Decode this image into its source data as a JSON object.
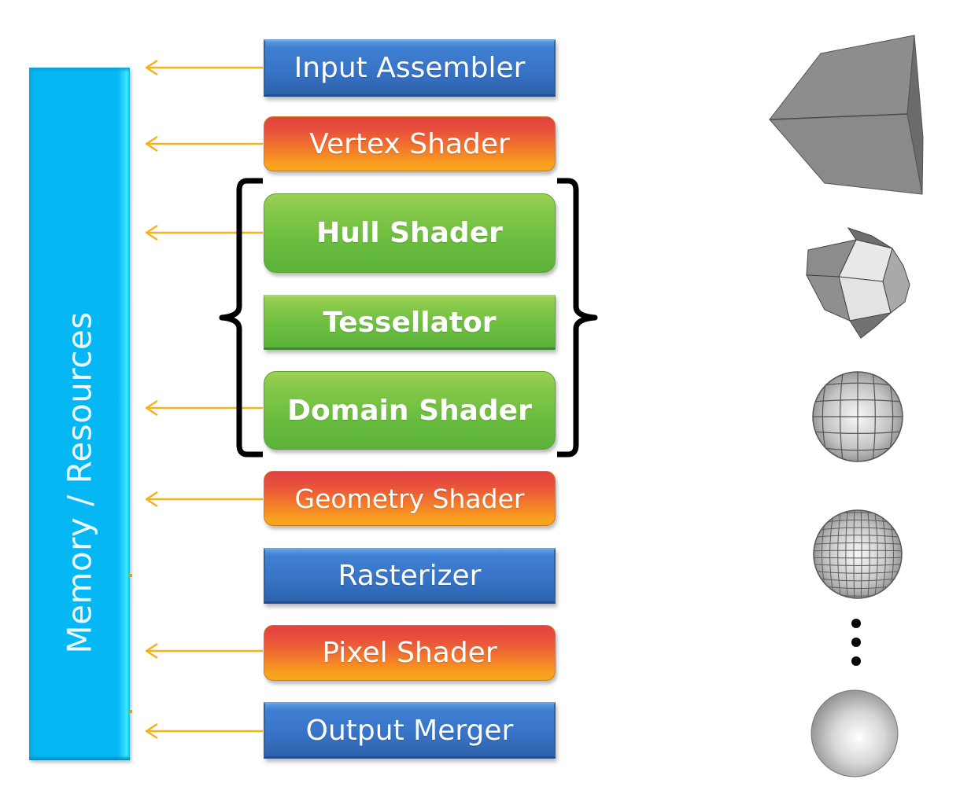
{
  "title": "Direct3D 11 Graphics Pipeline",
  "memory": {
    "label": "Memory / Resources",
    "color": "#05B8F4"
  },
  "stages": [
    {
      "id": "input-assembler",
      "label": "Input Assembler",
      "kind": "fixed-function",
      "color": "#3874C7",
      "reads_memory": true
    },
    {
      "id": "vertex-shader",
      "label": "Vertex Shader",
      "kind": "programmable",
      "color": "#F37A2B",
      "reads_memory": true
    },
    {
      "id": "hull-shader",
      "label": "Hull Shader",
      "kind": "tessellation",
      "color": "#6ABD3F",
      "reads_memory": true
    },
    {
      "id": "tessellator",
      "label": "Tessellator",
      "kind": "tessellation",
      "color": "#6ABD3F",
      "reads_memory": false
    },
    {
      "id": "domain-shader",
      "label": "Domain Shader",
      "kind": "tessellation",
      "color": "#6ABD3F",
      "reads_memory": true
    },
    {
      "id": "geometry-shader",
      "label": "Geometry Shader",
      "kind": "programmable",
      "color": "#F37A2B",
      "reads_memory": true
    },
    {
      "id": "rasterizer",
      "label": "Rasterizer",
      "kind": "fixed-function",
      "color": "#3874C7",
      "reads_memory": false
    },
    {
      "id": "pixel-shader",
      "label": "Pixel Shader",
      "kind": "programmable",
      "color": "#F37A2B",
      "reads_memory": true
    },
    {
      "id": "output-merger",
      "label": "Output Merger",
      "kind": "fixed-function",
      "color": "#3874C7",
      "reads_memory": true
    }
  ],
  "tessellation_group": {
    "members": [
      "hull-shader",
      "tessellator",
      "domain-shader"
    ],
    "bracket_style": "curly"
  },
  "arrow_color": "#F7B218",
  "shapes": [
    {
      "id": "cube",
      "name": "cube-coarse-mesh"
    },
    {
      "id": "dodecahedron",
      "name": "low-tessellation-mesh"
    },
    {
      "id": "sphere-medium",
      "name": "medium-tessellation-mesh"
    },
    {
      "id": "sphere-high",
      "name": "high-tessellation-mesh"
    },
    {
      "id": "ellipsis",
      "name": "ellipsis-dots"
    },
    {
      "id": "sphere-smooth",
      "name": "smooth-sphere"
    }
  ]
}
